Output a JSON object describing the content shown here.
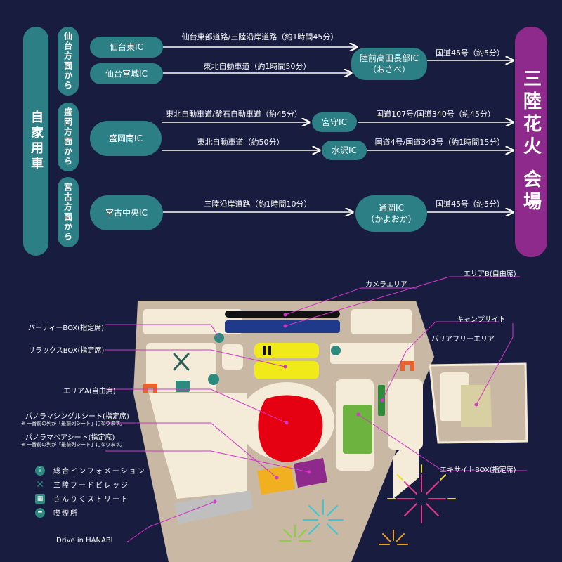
{
  "car": {
    "side_label": "自家用車",
    "groups": [
      {
        "label": "仙台方面から"
      },
      {
        "label": "盛岡方面から"
      },
      {
        "label": "宮古方面から"
      }
    ],
    "ics": {
      "sendai_higashi": "仙台東IC",
      "sendai_miyagi": "仙台宮城IC",
      "rikuzen_line1": "陸前高田長部IC",
      "rikuzen_line2": "（おさべ）",
      "morioka_minami": "盛岡南IC",
      "miyamori": "宮守IC",
      "mizusawa": "水沢IC",
      "miyako_chuo": "宮古中央IC",
      "tooka_line1": "通岡IC",
      "tooka_line2": "（かよおか）"
    },
    "roads": {
      "r1": "仙台東部道路/三陸沿岸道路（約1時間45分）",
      "r2": "東北自動車道（約1時間50分）",
      "r3": "国道45号（約5分）",
      "r4": "東北自動車道/釜石自動車道（約45分）",
      "r5": "国道107号/国道340号（約45分）",
      "r6": "東北自動車道（約50分）",
      "r7": "国道4号/国道343号（約1時間15分）",
      "r8": "三陸沿岸道路（約1時間10分）",
      "r9": "国道45号（約5分）"
    },
    "venue": "三陸花火 会場"
  },
  "map": {
    "labels": {
      "camera": "カメラエリア",
      "area_b": "エリアB(自由席)",
      "party": "パーティーBOX(指定席)",
      "camp": "キャンプサイト",
      "relax": "リラックスBOX(指定席)",
      "barrierfree": "バリアフリーエリア",
      "area_a": "エリアA(自由席)",
      "pano_single": "パノラマシングルシート(指定席)",
      "pano_single_note": "※ 一番前の列が「最前列シート」になります。",
      "pano_pair": "パノラマペアシート(指定席)",
      "pano_pair_note": "※ 一番前の列が「最前列シート」になります。",
      "excite": "エキサイトBOX(指定席)",
      "drive": "Drive in HANABI"
    },
    "legend": [
      {
        "icon": "info-icon",
        "label": "総合インフォメーション"
      },
      {
        "icon": "food-icon",
        "label": "三陸フードビレッジ"
      },
      {
        "icon": "shop-icon",
        "label": "さんりくストリート"
      },
      {
        "icon": "smoking-icon",
        "label": "喫煙所"
      }
    ],
    "colors": {
      "ground": "#c9b8a4",
      "path": "#f4ecd9",
      "red": "#e50012",
      "yellow": "#f0ea1a",
      "blue": "#1f3a8a",
      "green": "#6cb33f",
      "purple": "#8e2a8b",
      "orange": "#f0b020",
      "gray": "#bfbfbf",
      "leader": "#d236c8"
    }
  }
}
